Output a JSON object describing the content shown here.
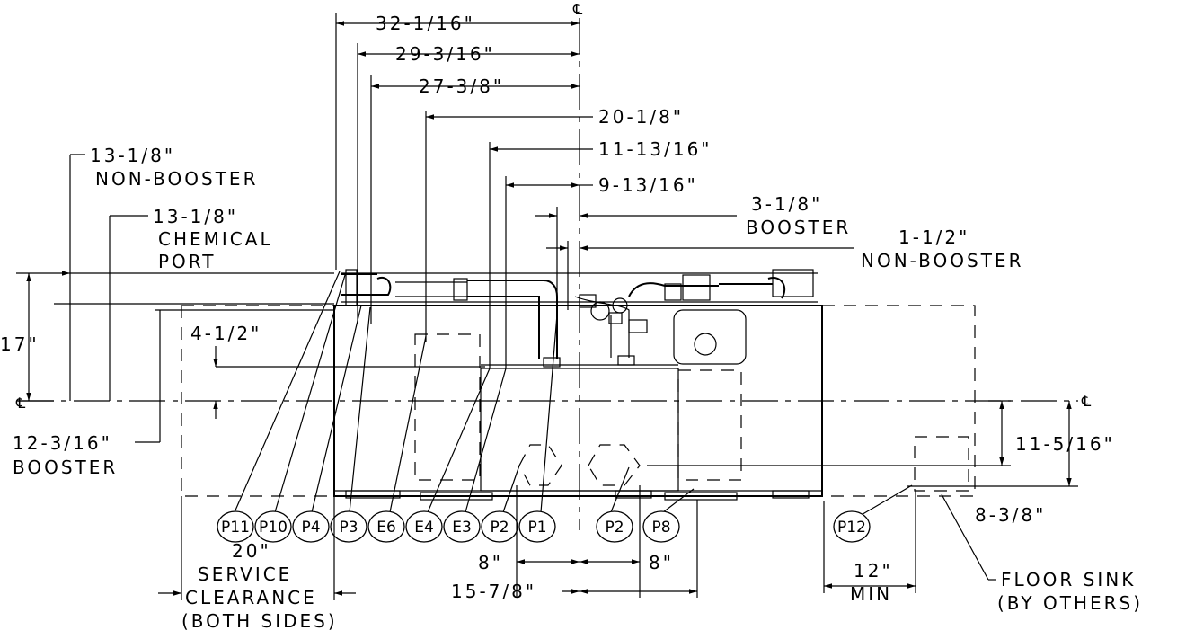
{
  "centerline_symbol": "℄",
  "dimensions": {
    "d_32_1_16": "32-1/16\"",
    "d_29_3_16": "29-3/16\"",
    "d_27_3_8": "27-3/8\"",
    "d_20_1_8": "20-1/8\"",
    "d_11_13_16": "11-13/16\"",
    "d_9_13_16": "9-13/16\"",
    "d_3_1_8": "3-1/8\"",
    "d_3_1_8_note": "BOOSTER",
    "d_1_1_2": "1-1/2\"",
    "d_1_1_2_note": "NON-BOOSTER",
    "d_13_1_8_a": "13-1/8\"",
    "d_13_1_8_a_note": "NON-BOOSTER",
    "d_13_1_8_b": "13-1/8\"",
    "d_13_1_8_b_note1": "CHEMICAL",
    "d_13_1_8_b_note2": "PORT",
    "d_17": "17\"",
    "d_4_1_2": "4-1/2\"",
    "d_12_3_16": "12-3/16\"",
    "d_12_3_16_note": "BOOSTER",
    "d_11_5_16": "11-5/16\"",
    "d_8_3_8": "8-3/8\"",
    "d_8_left": "8\"",
    "d_8_right": "8\"",
    "d_15_7_8": "15-7/8\"",
    "d_20": "20\"",
    "service_1": "SERVICE",
    "service_2": "CLEARANCE",
    "service_3": "(BOTH SIDES)",
    "d_12": "12\"",
    "d_12_note": "MIN",
    "floor_sink_1": "FLOOR SINK",
    "floor_sink_2": "(BY OTHERS)"
  },
  "callouts": [
    "P11",
    "P10",
    "P4",
    "P3",
    "E6",
    "E4",
    "E3",
    "P2",
    "P1",
    "P2",
    "P8",
    "P12"
  ]
}
